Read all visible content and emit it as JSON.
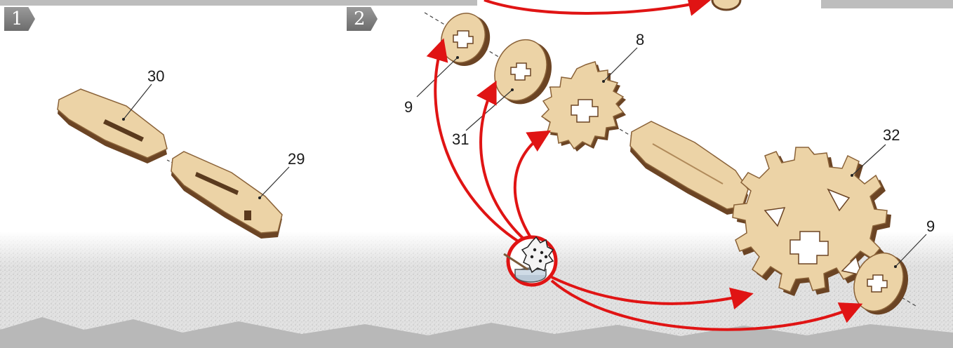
{
  "steps": [
    {
      "number": "1"
    },
    {
      "number": "2"
    }
  ],
  "step1": {
    "callouts": {
      "part_a": "30",
      "part_b": "29"
    }
  },
  "step2": {
    "callouts": {
      "washer_left": "9",
      "spacer": "31",
      "small_gear": "8",
      "large_gear": "32",
      "washer_right": "9"
    },
    "glue_icon": "glue-pot-icon"
  },
  "colors": {
    "wood": "#ecd3a6",
    "wood_edge": "#6b4424",
    "arrow": "#e01414",
    "badge": "#7c7c7c",
    "ground": "#d9d9d9"
  }
}
